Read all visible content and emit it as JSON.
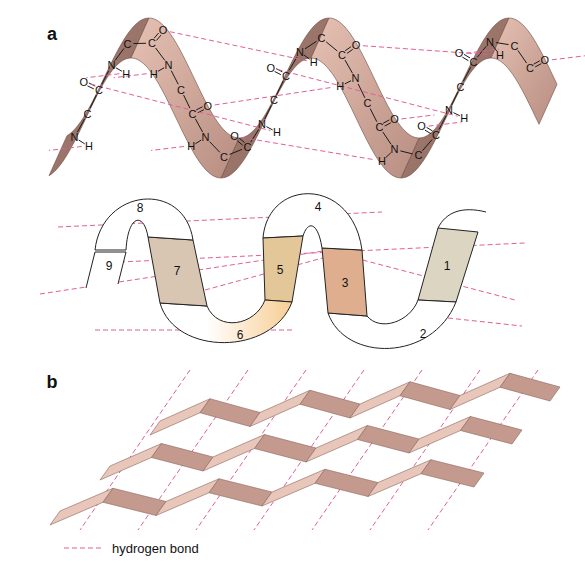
{
  "diagram": {
    "nodes": [
      {
        "text": [
          "1"
        ]
      },
      {
        "text": [
          "2"
        ]
      },
      {
        "text": [
          "3"
        ]
      },
      {
        "text": [
          "4"
        ]
      },
      {
        "text": [
          "5"
        ]
      },
      {
        "text": [
          "6"
        ]
      },
      {
        "text": [
          "7"
        ]
      },
      {
        "text": [
          "8"
        ]
      },
      {
        "text": [
          "9"
        ]
      }
    ],
    "labels": [
      "a",
      "N",
      "H",
      "C",
      "C",
      "O",
      "N",
      "H",
      "C",
      "C",
      "O",
      "N",
      "H",
      "C",
      "C",
      "O",
      "N",
      "H",
      "C",
      "C",
      "O",
      "N",
      "H",
      "C",
      "C",
      "O",
      "N",
      "H",
      "C",
      "C",
      "O",
      "N",
      "H",
      "C",
      "C",
      "O",
      "N",
      "H",
      "C",
      "C",
      "O",
      "N",
      "H",
      "C",
      "C",
      "O",
      "N",
      "H",
      "C",
      "C",
      "O",
      "b"
    ],
    "legend": [
      {
        "text": "hydrogen bond"
      }
    ]
  }
}
